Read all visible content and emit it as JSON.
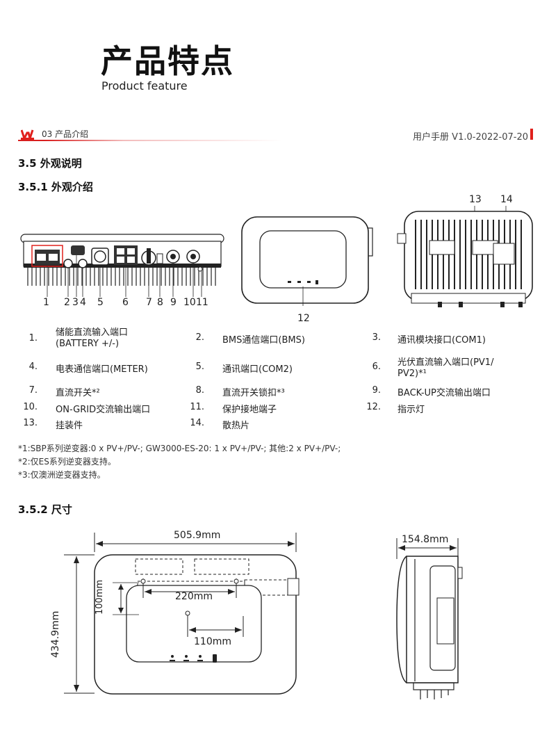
{
  "title": {
    "cn": "产品特点",
    "en": "Product feature"
  },
  "header": {
    "chapter": "03 产品介绍",
    "manual": "用户手册 V1.0-2022-07-20",
    "accent": "#e0201c"
  },
  "section": {
    "num_title": "3.5 外观说明",
    "sub1": "3.5.1 外观介绍",
    "sub2": "3.5.2 尺寸"
  },
  "figure_labels": {
    "bottom_callouts": [
      "1",
      "2",
      "3",
      "4",
      "5",
      "6",
      "7",
      "8",
      "9",
      "10",
      "11"
    ],
    "front": "12",
    "back_a": "13",
    "back_b": "14"
  },
  "legend": [
    {
      "num": "1.",
      "text": "储能直流输入端口",
      "text2": "(BATTERY +/-)"
    },
    {
      "num": "2.",
      "text": "BMS通信端口(BMS)"
    },
    {
      "num": "3.",
      "text": "通讯模块接口(COM1)"
    },
    {
      "num": "4.",
      "text": "电表通信端口(METER)"
    },
    {
      "num": "5.",
      "text": "通讯端口(COM2)"
    },
    {
      "num": "6.",
      "text": "光伏直流输入端口(PV1/",
      "text2": "PV2)*¹"
    },
    {
      "num": "7.",
      "text": "直流开关*²"
    },
    {
      "num": "8.",
      "text": "直流开关锁扣*³"
    },
    {
      "num": "9.",
      "text": "BACK-UP交流输出端口"
    },
    {
      "num": "10.",
      "text": "ON-GRID交流输出端口"
    },
    {
      "num": "11.",
      "text": "保护接地端子"
    },
    {
      "num": "12.",
      "text": "指示灯"
    },
    {
      "num": "13.",
      "text": "挂装件"
    },
    {
      "num": "14.",
      "text": "散热片"
    }
  ],
  "notes": [
    "*1:SBP系列逆变器:0 x PV+/PV-; GW3000-ES-20: 1 x PV+/PV-; 其他:2 x PV+/PV-;",
    "*2:仅ES系列逆变器支持。",
    "*3:仅澳洲逆变器支持。"
  ],
  "dimensions": {
    "width": "505.9mm",
    "height": "434.9mm",
    "bracket_height": "100mm",
    "hole_spacing": "220mm",
    "lower_spacing": "110mm",
    "depth": "154.8mm"
  }
}
